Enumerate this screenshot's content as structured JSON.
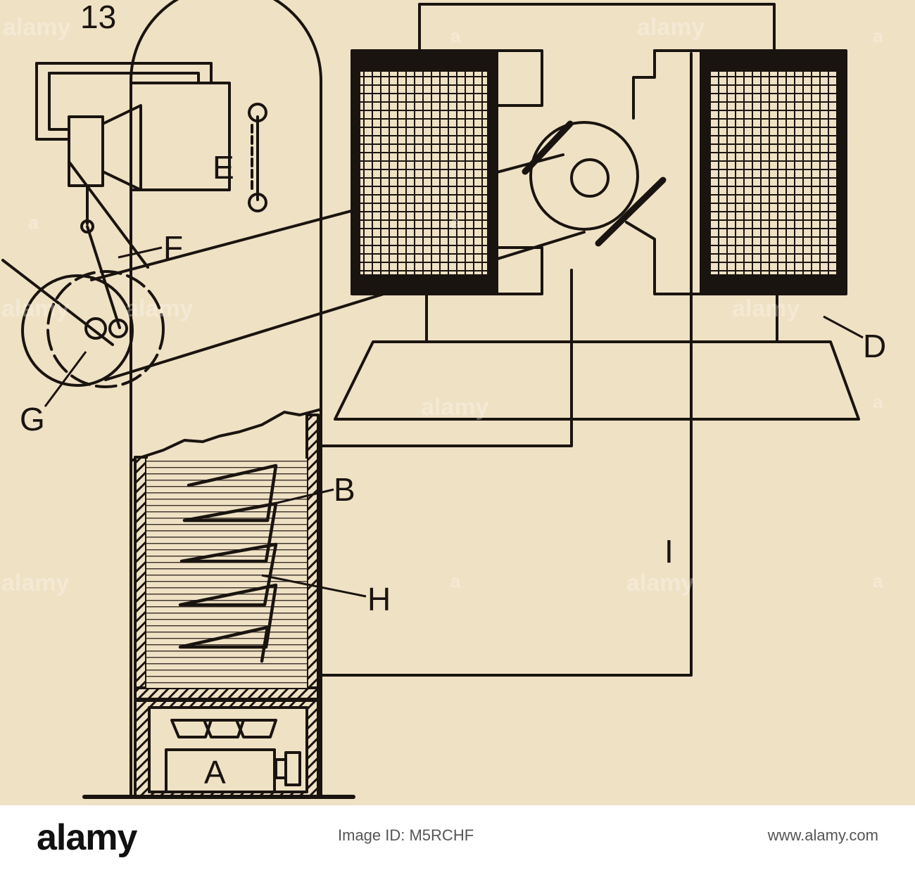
{
  "figure": {
    "number": "13",
    "labels": {
      "a": "A",
      "b": "B",
      "d": "D",
      "e": "E",
      "f": "F",
      "g": "G",
      "h": "H",
      "i": "I"
    }
  },
  "watermark": {
    "text": "alamy",
    "small": "a"
  },
  "footer": {
    "logo": "alamy",
    "image_id": "Image ID: M5RCHF",
    "url": "www.alamy.com"
  },
  "colors": {
    "paper": "#efe1c4",
    "ink": "#1a1410",
    "footer_bg": "#ffffff"
  }
}
